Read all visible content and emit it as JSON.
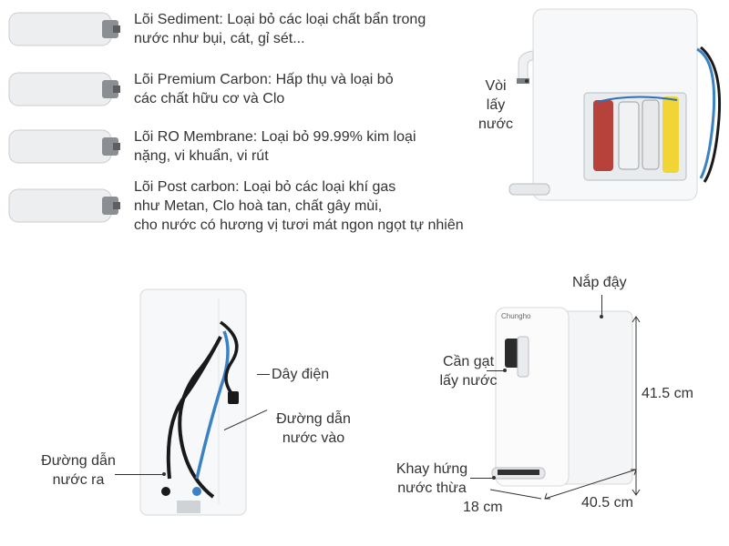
{
  "filters": [
    {
      "line1": "Lõi Sediment: Loại bỏ các loại chất bẩn trong",
      "line2": "nước như bụi, cát, gỉ sét...",
      "line3": ""
    },
    {
      "line1": "Lõi Premium Carbon: Hấp thụ và loại bỏ",
      "line2": "các chất hữu cơ và Clo",
      "line3": ""
    },
    {
      "line1": "Lõi RO Membrane: Loại bỏ 99.99% kim loại",
      "line2": "nặng, vi khuẩn, vi rút",
      "line3": ""
    },
    {
      "line1": "Lõi Post carbon: Loại bỏ các loại khí gas",
      "line2": "như Metan, Clo hoà tan, chất gây mùi,",
      "line3": "cho nước có hương vị tươi mát ngon ngọt tự nhiên"
    }
  ],
  "interior": {
    "tap_label": [
      "Vòi",
      "lấy",
      "nước"
    ]
  },
  "back": {
    "power_cord": "Dây điện",
    "inlet": [
      "Đường dẫn",
      "nước vào"
    ],
    "outlet": [
      "Đường dẫn",
      "nước ra"
    ]
  },
  "front": {
    "brand": "Chungho",
    "lid": "Nắp đậy",
    "lever": [
      "Cần gạt",
      "lấy nước"
    ],
    "tray": [
      "Khay hứng",
      "nước thừa"
    ],
    "height": "41.5 cm",
    "depth": "40.5 cm",
    "width": "18 cm"
  },
  "colors": {
    "text": "#333333",
    "blue_hose": "#3b82c4",
    "black_hose": "#1a1a1a"
  }
}
